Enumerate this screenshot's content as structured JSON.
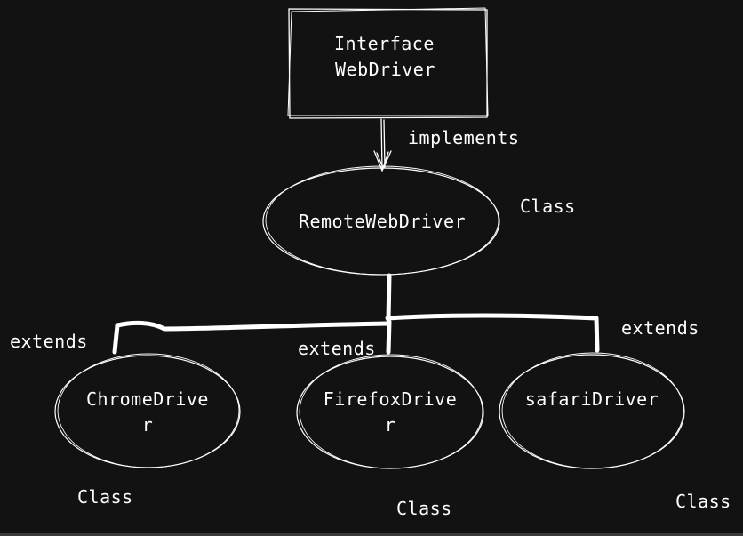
{
  "colors": {
    "background": "#121212",
    "stroke": "#ffffff"
  },
  "nodes": {
    "interface": {
      "line1": "Interface",
      "line2": "WebDriver"
    },
    "remote": {
      "label": "RemoteWebDriver",
      "type": "Class"
    },
    "chrome": {
      "line1": "ChromeDrive",
      "line2": "r",
      "type": "Class"
    },
    "firefox": {
      "line1": "FirefoxDrive",
      "line2": "r",
      "type": "Class"
    },
    "safari": {
      "label": "safariDriver",
      "type": "Class"
    }
  },
  "edges": {
    "implements": "implements",
    "extends_chrome": "extends",
    "extends_firefox": "extends",
    "extends_safari": "extends"
  }
}
